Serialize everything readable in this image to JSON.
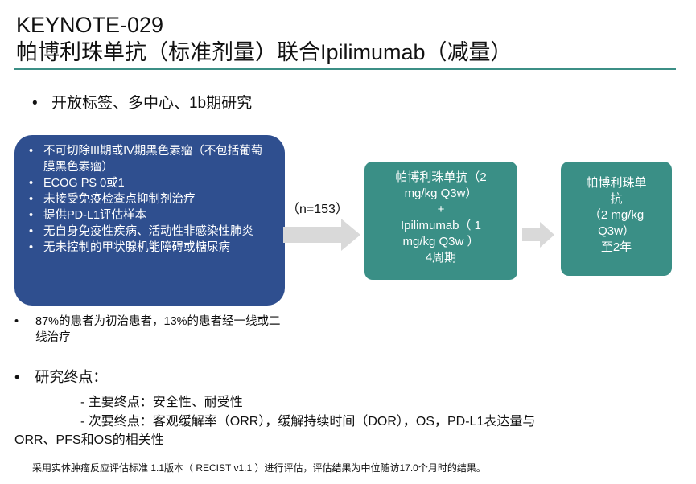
{
  "title": {
    "line1": "KEYNOTE-029",
    "line2": "帕博利珠单抗（标准剂量）联合Ipilimumab（减量）"
  },
  "design": {
    "bullet": "•",
    "text": "开放标签、多中心、1b期研究"
  },
  "eligibility": {
    "items": [
      "不可切除III期或IV期黑色素瘤（不包括葡萄膜黑色素瘤）",
      "ECOG PS 0或1",
      "未接受免疫检查点抑制剂治疗",
      "提供PD-L1评估样本",
      "无自身免疫性疾病、活动性非感染性肺炎",
      "无未控制的甲状腺机能障碍或糖尿病"
    ]
  },
  "enrollment": {
    "label": "（n=153）"
  },
  "treatment1": {
    "line1": "帕博利珠单抗（2",
    "line2": "mg/kg  Q3w）",
    "line3": "+",
    "line4": "Ipilimumab（ 1",
    "line5": "mg/kg Q3w ）",
    "line6": "4周期"
  },
  "treatment2": {
    "line1": "帕博利珠单",
    "line2": "抗",
    "line3": "（2 mg/kg",
    "line4": "Q3w）",
    "line5": "至2年"
  },
  "patient_note": {
    "bullet": "•",
    "text": "87%的患者为初治患者，13%的患者经一线或二线治疗"
  },
  "endpoints": {
    "bullet": "•",
    "heading": "研究终点：",
    "primary": "- 主要终点：安全性、耐受性",
    "secondary_line1": "- 次要终点：客观缓解率（ORR），缓解持续时间（DOR），OS，PD-L1表达量与",
    "secondary_line2": "ORR、PFS和OS的相关性"
  },
  "footer": "采用实体肿瘤反应评估标准 1.1版本（ RECIST v1.1 ）进行评估，评估结果为中位随访17.0个月时的结果。",
  "colors": {
    "accent_teal": "#3a8f86",
    "eligibility_blue": "#2f4f8f",
    "arrow_gray": "#d9d9d9"
  }
}
